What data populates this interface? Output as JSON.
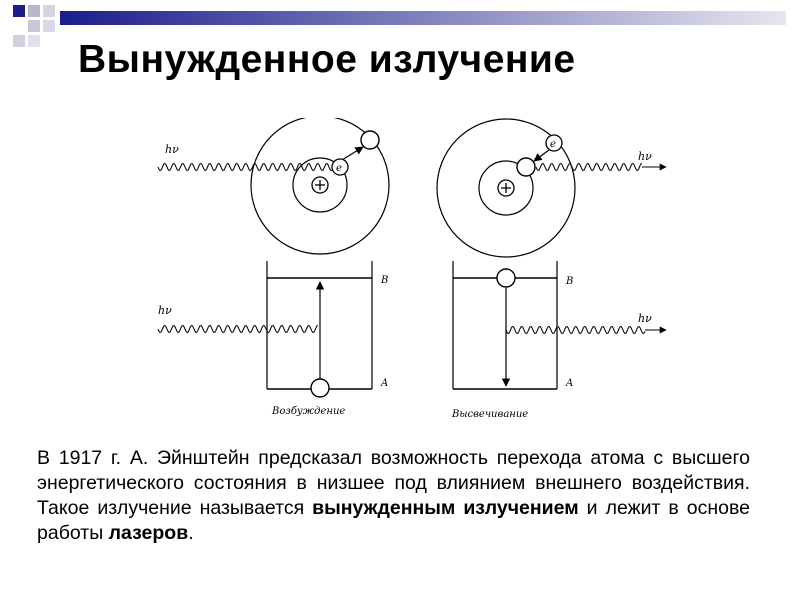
{
  "slide": {
    "title": "Вынужденное излучение",
    "accent_color": "#1b1d8c",
    "gradient_end": "#e6e6ee"
  },
  "diagram": {
    "photon_label": "hν",
    "electron_label": "e",
    "upper_level_label": "B",
    "lower_level_label": "A",
    "left_caption": "Возбуждение",
    "right_caption": "Высвечивание"
  },
  "caption": {
    "part1": "В 1917 г. А. Эйнштейн предсказал возможность перехода атома с высшего энергетического состояния в низшее под влиянием внешнего воздействия. Такое излучение называется ",
    "bold1": "вынужденным излучением",
    "part2": " и лежит в основе работы ",
    "bold2": "лазеров",
    "part3": "."
  }
}
